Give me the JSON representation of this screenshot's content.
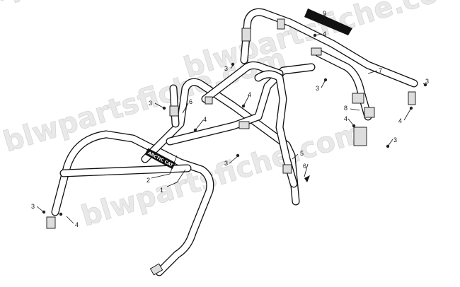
{
  "watermark": "blwpartsfiche.com",
  "decal_text": "ARCTIC CAT",
  "callouts": {
    "c1": "1",
    "c2": "2",
    "c3a": "3",
    "c3b": "3",
    "c3c": "3",
    "c3d": "3",
    "c3e": "3",
    "c3f": "3",
    "c3g": "3",
    "c4a": "4",
    "c4b": "4",
    "c4c": "4",
    "c4d": "4",
    "c4e": "4",
    "c4f": "4",
    "c5": "5",
    "c6a": "6",
    "c6b": "6",
    "c7": "7",
    "c8": "8",
    "c9": "9"
  }
}
